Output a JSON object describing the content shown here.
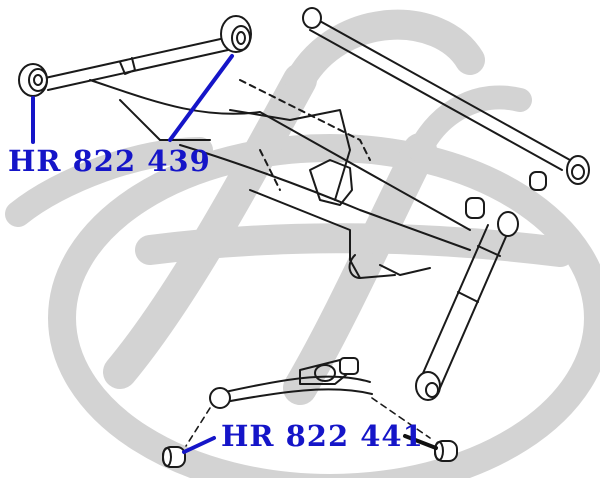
{
  "callouts": [
    {
      "id": "hr-822-439",
      "text": "HR 822 439"
    },
    {
      "id": "hr-822-441",
      "text": "HR 822 441"
    }
  ],
  "colors": {
    "watermark": "#d3d3d3",
    "line_art": "#1a1a1a",
    "callout": "#1515c8",
    "leader_dark": "#111111"
  },
  "watermark": {
    "kind": "logo",
    "description_icon": "hh-script-logo"
  }
}
